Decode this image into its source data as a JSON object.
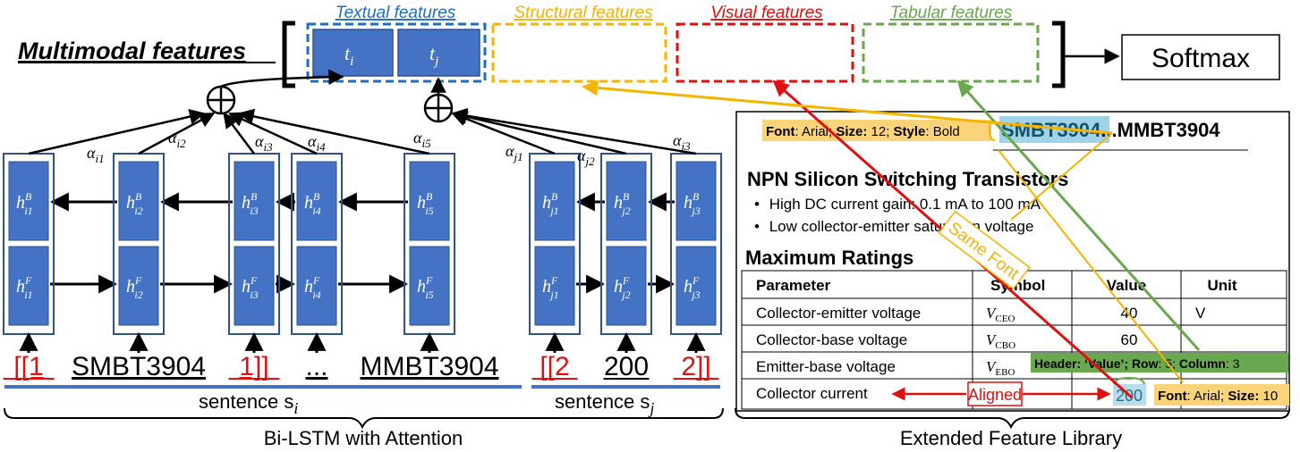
{
  "title": "Multimodal features",
  "feature_groups": [
    {
      "label": "Textual features",
      "color": "#1f6fc0"
    },
    {
      "label": "Structural features",
      "color": "#f5b400"
    },
    {
      "label": "Visual features",
      "color": "#e01010"
    },
    {
      "label": "Tabular features",
      "color": "#6aa84f"
    }
  ],
  "textual_cells": [
    "t",
    "t"
  ],
  "textual_cell_subs": [
    "i",
    "j"
  ],
  "softmax": "Softmax",
  "attention_weights_i": [
    "α",
    "α",
    "α",
    "α",
    "α"
  ],
  "attention_subs_i": [
    "i1",
    "i2",
    "i3",
    "i4",
    "i5"
  ],
  "attention_weights_j": [
    "α",
    "α",
    "α"
  ],
  "attention_subs_j": [
    "j1",
    "j2",
    "j3"
  ],
  "tokens_i": [
    "[[1",
    "SMBT3904",
    "1]]",
    "...",
    "MMBT3904"
  ],
  "tokens_j": [
    "[[2",
    "200",
    "2]]"
  ],
  "hidden_i": [
    "i1",
    "i2",
    "i3",
    "i4",
    "i5"
  ],
  "hidden_j": [
    "j1",
    "j2",
    "j3"
  ],
  "sentence_i": "sentence s",
  "sentence_i_sub": "i",
  "sentence_j": "sentence s",
  "sentence_j_sub": "j",
  "bottom_left_label": "Bi-LSTM with Attention",
  "bottom_right_label": "Extended Feature Library",
  "doc": {
    "font_note_1": [
      "Font",
      ": Arial; ",
      "Size:",
      " 12; ",
      "Style",
      ": Bold"
    ],
    "part_highlight": "SMBT3904",
    "part_rest": "...MMBT3904",
    "heading": "NPN Silicon Switching Transistors",
    "bullets": [
      "High DC current gain: 0.1 mA to 100 mA",
      "Low collector-emitter saturation voltage"
    ],
    "ratings_title": "Maximum Ratings",
    "table_header": [
      "Parameter",
      "Symbol",
      "Value",
      "Unit"
    ],
    "table_rows": [
      [
        "Collector-emitter voltage",
        "V",
        "CEO",
        "40",
        "V"
      ],
      [
        "Collector-base voltage",
        "V",
        "CBO",
        "60",
        ""
      ],
      [
        "Emitter-base voltage",
        "V",
        "EBO",
        "",
        ""
      ],
      [
        "Collector current",
        "",
        "",
        "",
        ""
      ]
    ],
    "same_font": "Same Font",
    "aligned": "Aligned",
    "value_200": "200",
    "tabular_note": [
      "Header: ‘Value’; ",
      "Row",
      ": 5; ",
      "Column",
      ": 3"
    ],
    "font_note_2": [
      "Font",
      ": Arial; ",
      "Size:",
      " 10"
    ]
  }
}
